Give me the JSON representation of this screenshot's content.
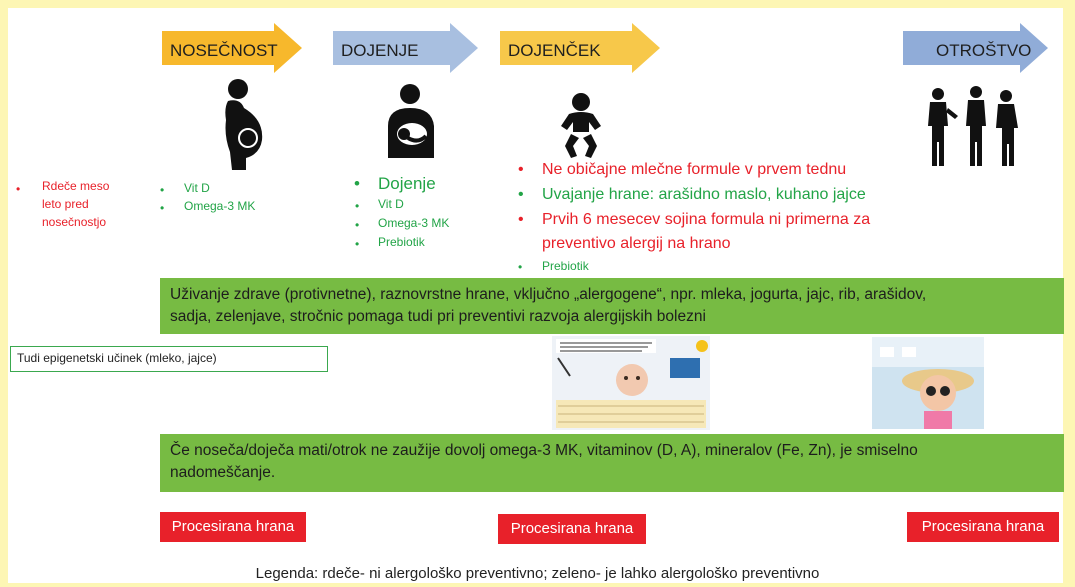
{
  "stages": [
    {
      "label": "NOSEČNOST",
      "color": "#f7b82c"
    },
    {
      "label": "DOJENJE",
      "color": "#a8bfe0"
    },
    {
      "label": "DOJENČEK",
      "color": "#f7c84a"
    },
    {
      "label": "OTROŠTVO",
      "color": "#90acd8"
    }
  ],
  "left_note": [
    "Rdeče meso",
    "leto pred",
    "nosečnostjo"
  ],
  "nosecnost_items": [
    "Vit D",
    "Omega-3 MK"
  ],
  "dojenje_items": {
    "main": "Dojenje",
    "list": [
      "Vit D",
      "Omega-3 MK",
      "Prebiotik"
    ]
  },
  "dojencek_items": [
    {
      "text": "Ne običajne mlečne formule v prvem tednu",
      "tone": "red"
    },
    {
      "text": "Uvajanje hrane: arašidno maslo, kuhano jajce",
      "tone": "green"
    },
    {
      "text": "Prvih 6 mesecev sojina formula ni primerna za",
      "tone": "red"
    },
    {
      "text": "preventivo alergij na hrano",
      "tone": "red"
    },
    {
      "text": "Prebiotik",
      "tone": "green"
    }
  ],
  "bar1": {
    "line1": "Uživanje zdrave (protivnetne), raznovrstne hrane, vključno „alergogene“, npr. mleka, jogurta, jajc, rib, arašidov,",
    "line2": "sadja, zelenjave, stročnic pomaga tudi pri preventivi razvoja alergijskih bolezni"
  },
  "epigenetic": "Tudi epigenetski učinek (mleko, jajce)",
  "bar2": {
    "line1": "Če noseča/doječa mati/otrok ne zaužije dovolj omega-3 MK, vitaminov (D, A), mineralov (Fe, Zn), je smiselno",
    "line2": "nadomeščanje."
  },
  "processed": [
    "Procesirana hrana",
    "Procesirana hrana",
    "Procesirana hrana"
  ],
  "legend": "Legenda: rdeče- ni alergološko preventivno; zeleno- je lahko alergološko preventivno",
  "colors": {
    "red": "#e8212a",
    "green": "#22a447",
    "bar": "#77bb43",
    "border": "#fdf6b4"
  }
}
